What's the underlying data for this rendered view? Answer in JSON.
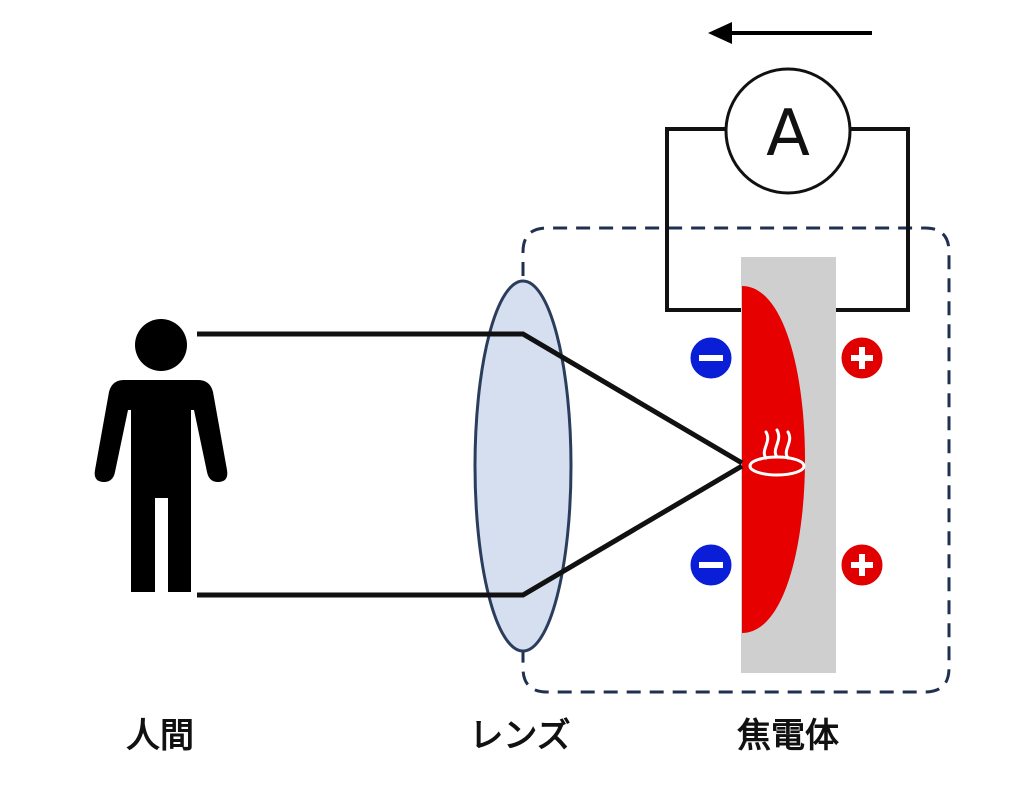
{
  "diagram": {
    "labels": {
      "person": "人間",
      "lens": "レンズ",
      "pyroelectric": "焦電体"
    },
    "ammeter_symbol": "A",
    "current_direction": "left",
    "charges": {
      "left": "−",
      "right": "+"
    },
    "icons": [
      "person-icon",
      "hot-spring-icon",
      "current-arrow-icon"
    ],
    "colors": {
      "lens_fill": "#d6dff0",
      "lens_stroke": "#2b3d5c",
      "crystal": "#d9d9d9",
      "hot_region": "#e60000",
      "negative_charge": "#0a1ed8",
      "positive_charge": "#e00000",
      "enclosure_dash": "#1f3050"
    }
  }
}
